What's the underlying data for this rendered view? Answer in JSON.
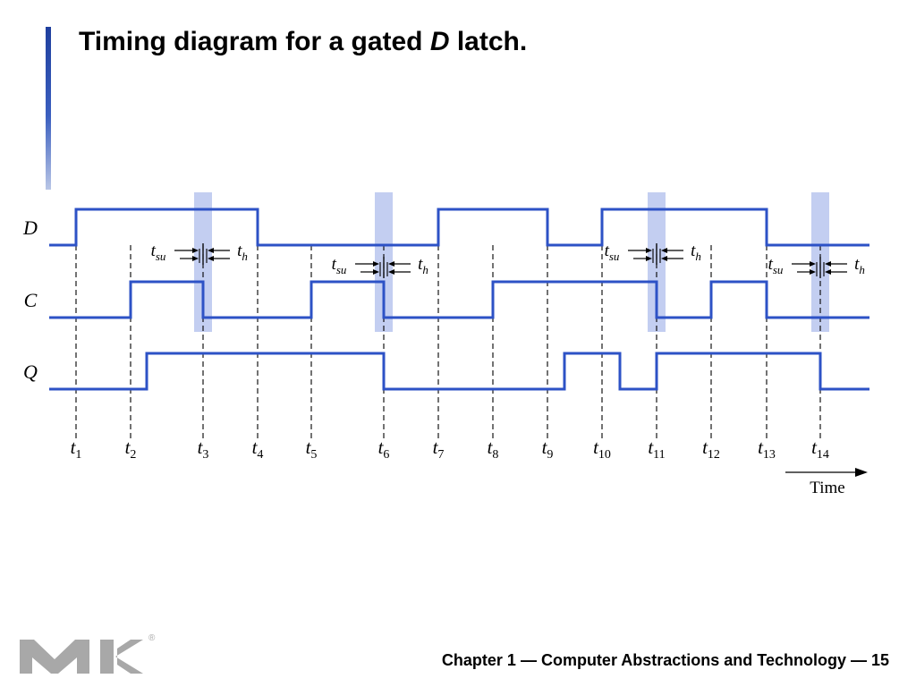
{
  "title": {
    "prefix": "Timing diagram for a gated ",
    "italic": "D",
    "suffix": " latch."
  },
  "colors": {
    "waveform": "#2d52c6",
    "highlight": "#b9c6ee",
    "accent": "#1f3f9e"
  },
  "signals": [
    {
      "name": "D",
      "values": [
        0,
        1,
        1,
        1,
        0,
        0,
        0,
        1,
        1,
        0,
        1,
        1,
        1,
        0,
        0
      ]
    },
    {
      "name": "C",
      "values": [
        0,
        0,
        1,
        0,
        0,
        1,
        0,
        0,
        1,
        1,
        1,
        0,
        1,
        0,
        0
      ]
    },
    {
      "name": "Q",
      "values": [
        0,
        0,
        1,
        1,
        1,
        1,
        0,
        0,
        0,
        1,
        0,
        1,
        1,
        1,
        0
      ]
    }
  ],
  "time_marks": [
    {
      "label": "t",
      "sub": "1"
    },
    {
      "label": "t",
      "sub": "2"
    },
    {
      "label": "t",
      "sub": "3"
    },
    {
      "label": "t",
      "sub": "4"
    },
    {
      "label": "t",
      "sub": "5"
    },
    {
      "label": "t",
      "sub": "6"
    },
    {
      "label": "t",
      "sub": "7"
    },
    {
      "label": "t",
      "sub": "8"
    },
    {
      "label": "t",
      "sub": "9"
    },
    {
      "label": "t",
      "sub": "10"
    },
    {
      "label": "t",
      "sub": "11"
    },
    {
      "label": "t",
      "sub": "12"
    },
    {
      "label": "t",
      "sub": "13"
    },
    {
      "label": "t",
      "sub": "14"
    }
  ],
  "setup_hold": {
    "at_marks": [
      3,
      6,
      11,
      14
    ],
    "setup": {
      "label": "t",
      "sub": "su"
    },
    "hold": {
      "label": "t",
      "sub": "h"
    }
  },
  "time_axis_label": "Time",
  "footer": "Chapter 1 — Computer Abstractions and Technology — 15",
  "logo": {
    "letters": "MK",
    "registered": "®"
  }
}
